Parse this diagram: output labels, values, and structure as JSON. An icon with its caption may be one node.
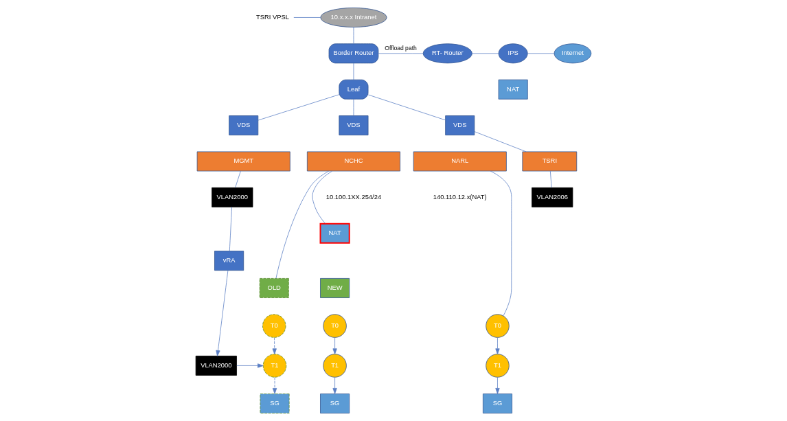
{
  "diagram": {
    "nodes": [
      {
        "text": [
          "TSRI VPSL"
        ]
      },
      {
        "text": [
          "10.x.x.x Intranet"
        ]
      },
      {
        "text": [
          "Border Router"
        ]
      },
      {
        "text": [
          "RT- Router"
        ]
      },
      {
        "text": [
          "IPS"
        ]
      },
      {
        "text": [
          "NAT"
        ]
      },
      {
        "text": [
          "Internet"
        ]
      },
      {
        "text": [
          "Leaf"
        ]
      },
      {
        "text": [
          "VDS"
        ]
      },
      {
        "text": [
          "MGMT"
        ]
      },
      {
        "text": [
          "VDS"
        ]
      },
      {
        "text": [
          "NCHC"
        ],
        "beside": [
          "10.100.1XX.254/24"
        ]
      },
      {
        "text": [
          "VDS"
        ]
      },
      {
        "text": [
          "NARL"
        ],
        "beside": [
          "140.110.12.x(NAT)"
        ]
      },
      {
        "text": [
          "TSRI"
        ]
      },
      {
        "text": [
          "VLAN2000"
        ]
      },
      {
        "text": [
          "vRA"
        ]
      },
      {
        "text": [
          "VLAN2000"
        ]
      },
      {
        "text": [
          "NAT"
        ]
      },
      {
        "text": [
          "OLD"
        ]
      },
      {
        "text": [
          "T0"
        ]
      },
      {
        "text": [
          "T1"
        ]
      },
      {
        "text": [
          "SG"
        ]
      },
      {
        "text": [
          "NEW"
        ]
      },
      {
        "text": [
          "T0"
        ]
      },
      {
        "text": [
          "T1"
        ]
      },
      {
        "text": [
          "SG"
        ]
      },
      {
        "text": [
          "T0"
        ]
      },
      {
        "text": [
          "T1"
        ]
      },
      {
        "text": [
          "SG"
        ]
      },
      {
        "text": [
          "VLAN2006"
        ]
      }
    ],
    "edges": [
      {
        "from": 0,
        "to": 1,
        "arrow": "none"
      },
      {
        "from": 1,
        "to": 2,
        "arrow": "none"
      },
      {
        "from": 2,
        "to": 3,
        "arrow": "none",
        "label": "Offload path"
      },
      {
        "from": 3,
        "to": 4,
        "arrow": "none"
      },
      {
        "from": 4,
        "to": 6,
        "arrow": "none"
      },
      {
        "from": 2,
        "to": 7,
        "arrow": "none"
      },
      {
        "from": 7,
        "to": 8,
        "arrow": "none"
      },
      {
        "from": 7,
        "to": 10,
        "arrow": "none"
      },
      {
        "from": 7,
        "to": 12,
        "arrow": "none"
      },
      {
        "from": 12,
        "to": 14,
        "arrow": "none"
      },
      {
        "from": 9,
        "to": 15,
        "arrow": "none"
      },
      {
        "from": 15,
        "to": 16,
        "arrow": "none"
      },
      {
        "from": 16,
        "to": 17,
        "arrow": "to"
      },
      {
        "from": 17,
        "to": 21,
        "arrow": "to"
      },
      {
        "from": 11,
        "to": 19,
        "arrow": "none"
      },
      {
        "from": 11,
        "to": 18,
        "arrow": "none"
      },
      {
        "from": 14,
        "to": 30,
        "arrow": "none"
      },
      {
        "from": 13,
        "to": 27,
        "arrow": "none"
      },
      {
        "from": 20,
        "to": 21,
        "arrow": "to",
        "style": "dashed"
      },
      {
        "from": 21,
        "to": 22,
        "arrow": "to",
        "style": "dashed"
      },
      {
        "from": 24,
        "to": 25,
        "arrow": "to"
      },
      {
        "from": 25,
        "to": 26,
        "arrow": "to"
      },
      {
        "from": 27,
        "to": 28,
        "arrow": "to"
      },
      {
        "from": 28,
        "to": 29,
        "arrow": "to"
      }
    ]
  }
}
